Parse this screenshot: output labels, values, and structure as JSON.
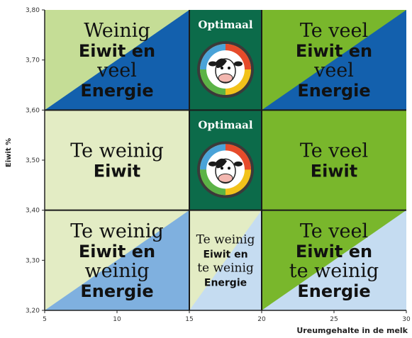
{
  "chart_data": {
    "type": "heatmap",
    "title": "",
    "xlabel": "Ureumgehalte in de melk",
    "ylabel": "Eiwit %",
    "xlim": [
      5,
      30
    ],
    "ylim": [
      3.2,
      3.8
    ],
    "x_ticks": [
      "5",
      "10",
      "15",
      "20",
      "25",
      "30"
    ],
    "y_ticks": [
      "3,20",
      "3,30",
      "3,40",
      "3,50",
      "3,60",
      "3,70",
      "3,80"
    ],
    "x_bounds": [
      5,
      15,
      20,
      30
    ],
    "y_bounds": [
      3.2,
      3.4,
      3.6,
      3.8
    ],
    "zones": [
      {
        "id": "top-left",
        "col": 0,
        "row": 2,
        "lines": [
          [
            "Weinig",
            false
          ],
          [
            "Eiwit en",
            true
          ],
          [
            "veel",
            false
          ],
          [
            "Energie",
            true
          ]
        ]
      },
      {
        "id": "top-middle",
        "col": 1,
        "row": 2,
        "badge": "Optimaal"
      },
      {
        "id": "top-right",
        "col": 2,
        "row": 2,
        "lines": [
          [
            "Te veel",
            false
          ],
          [
            "Eiwit en",
            true
          ],
          [
            "veel",
            false
          ],
          [
            "Energie",
            true
          ]
        ]
      },
      {
        "id": "mid-left",
        "col": 0,
        "row": 1,
        "lines": [
          [
            "Te weinig",
            false
          ],
          [
            "Eiwit",
            true
          ]
        ]
      },
      {
        "id": "mid-middle",
        "col": 1,
        "row": 1,
        "badge": "Optimaal"
      },
      {
        "id": "mid-right",
        "col": 2,
        "row": 1,
        "lines": [
          [
            "Te veel",
            false
          ],
          [
            "Eiwit",
            true
          ]
        ]
      },
      {
        "id": "bot-left",
        "col": 0,
        "row": 0,
        "lines": [
          [
            "Te weinig",
            false
          ],
          [
            "Eiwit en",
            true
          ],
          [
            "weinig",
            false
          ],
          [
            "Energie",
            true
          ]
        ]
      },
      {
        "id": "bot-middle",
        "col": 1,
        "row": 0,
        "lines": [
          [
            "Te weinig",
            false
          ],
          [
            "Eiwit en",
            true
          ],
          [
            "te weinig",
            false
          ],
          [
            "Energie",
            true
          ]
        ]
      },
      {
        "id": "bot-right",
        "col": 2,
        "row": 0,
        "lines": [
          [
            "Te veel",
            false
          ],
          [
            "Eiwit en",
            true
          ],
          [
            "te weinig",
            false
          ],
          [
            "Energie",
            true
          ]
        ]
      }
    ]
  },
  "colors": {
    "light_green": "#c5dd96",
    "pale_green": "#e3ecc4",
    "bright_green": "#79b72c",
    "blue": "#1360ad",
    "light_blue": "#7fb0df",
    "pale_blue": "#c5dcf1",
    "dark_green": "#0c6b4a",
    "grid_line": "#1a1a1a"
  },
  "icons": {
    "badge_icon": "cow-recycle-icon"
  }
}
